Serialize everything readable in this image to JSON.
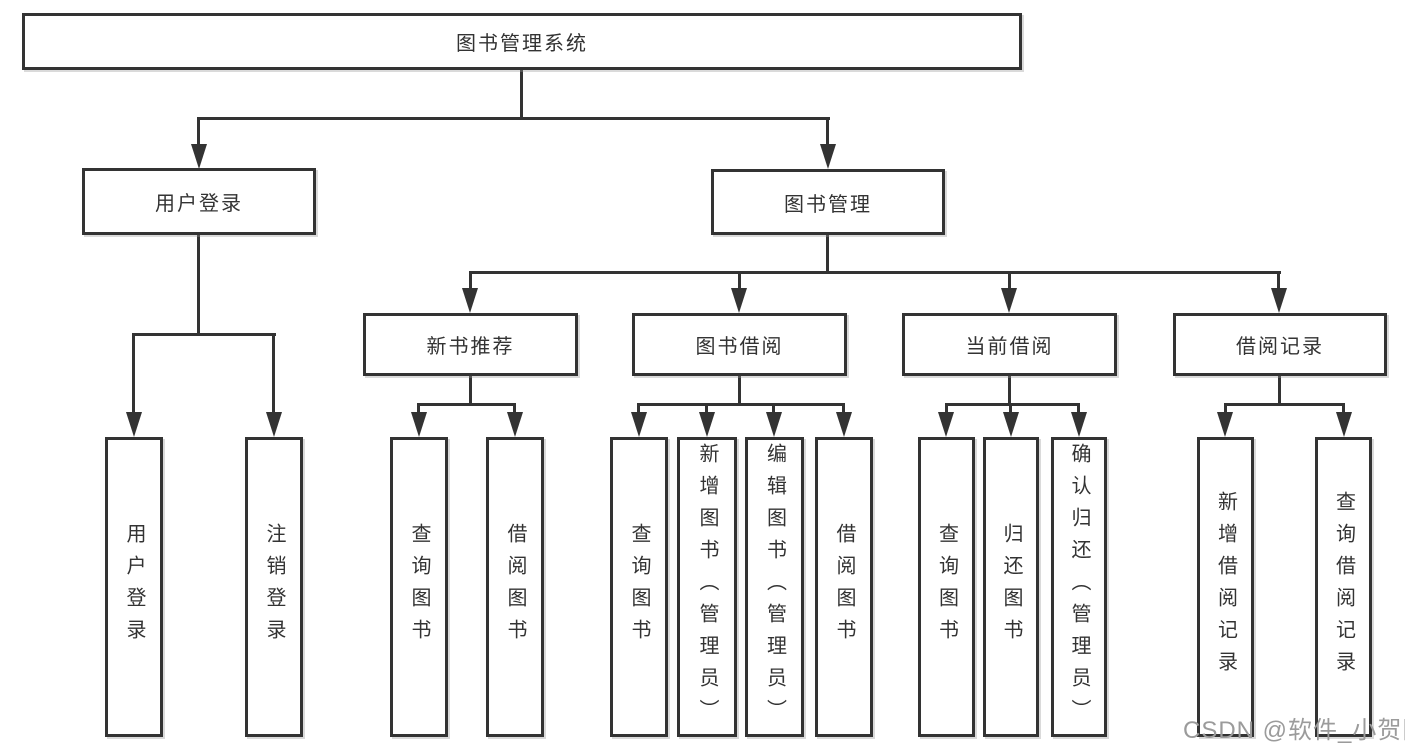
{
  "diagram": {
    "title": "图书管理系统",
    "watermark": "CSDN @软件_小贺同学",
    "colors": {
      "line": "#333333",
      "box_border": "#333333",
      "text": "#333333",
      "watermark": "#9b9b9b",
      "background": "#ffffff"
    },
    "nodes": {
      "root": "图书管理系统",
      "user_login": "用户登录",
      "book_mgmt": "图书管理",
      "new_book": "新书推荐",
      "book_borrow": "图书借阅",
      "current_borrow": "当前借阅",
      "borrow_record": "借阅记录",
      "leaf_user_login": "用户登录",
      "leaf_logout": "注销登录",
      "leaf_nb_query": "查询图书",
      "leaf_nb_borrow": "借阅图书",
      "leaf_bb_query": "查询图书",
      "leaf_bb_add": "新增图书（管理员）",
      "leaf_bb_edit": "编辑图书（管理员）",
      "leaf_bb_borrow": "借阅图书",
      "leaf_cb_query": "查询图书",
      "leaf_cb_return": "归还图书",
      "leaf_cb_confirm": "确认归还（管理员）",
      "leaf_br_add": "新增借阅记录",
      "leaf_br_query": "查询借阅记录"
    },
    "hierarchy": {
      "图书管理系统": {
        "用户登录": [
          "用户登录",
          "注销登录"
        ],
        "图书管理": {
          "新书推荐": [
            "查询图书",
            "借阅图书"
          ],
          "图书借阅": [
            "查询图书",
            "新增图书（管理员）",
            "编辑图书（管理员）",
            "借阅图书"
          ],
          "当前借阅": [
            "查询图书",
            "归还图书",
            "确认归还（管理员）"
          ],
          "借阅记录": [
            "新增借阅记录",
            "查询借阅记录"
          ]
        }
      }
    }
  }
}
